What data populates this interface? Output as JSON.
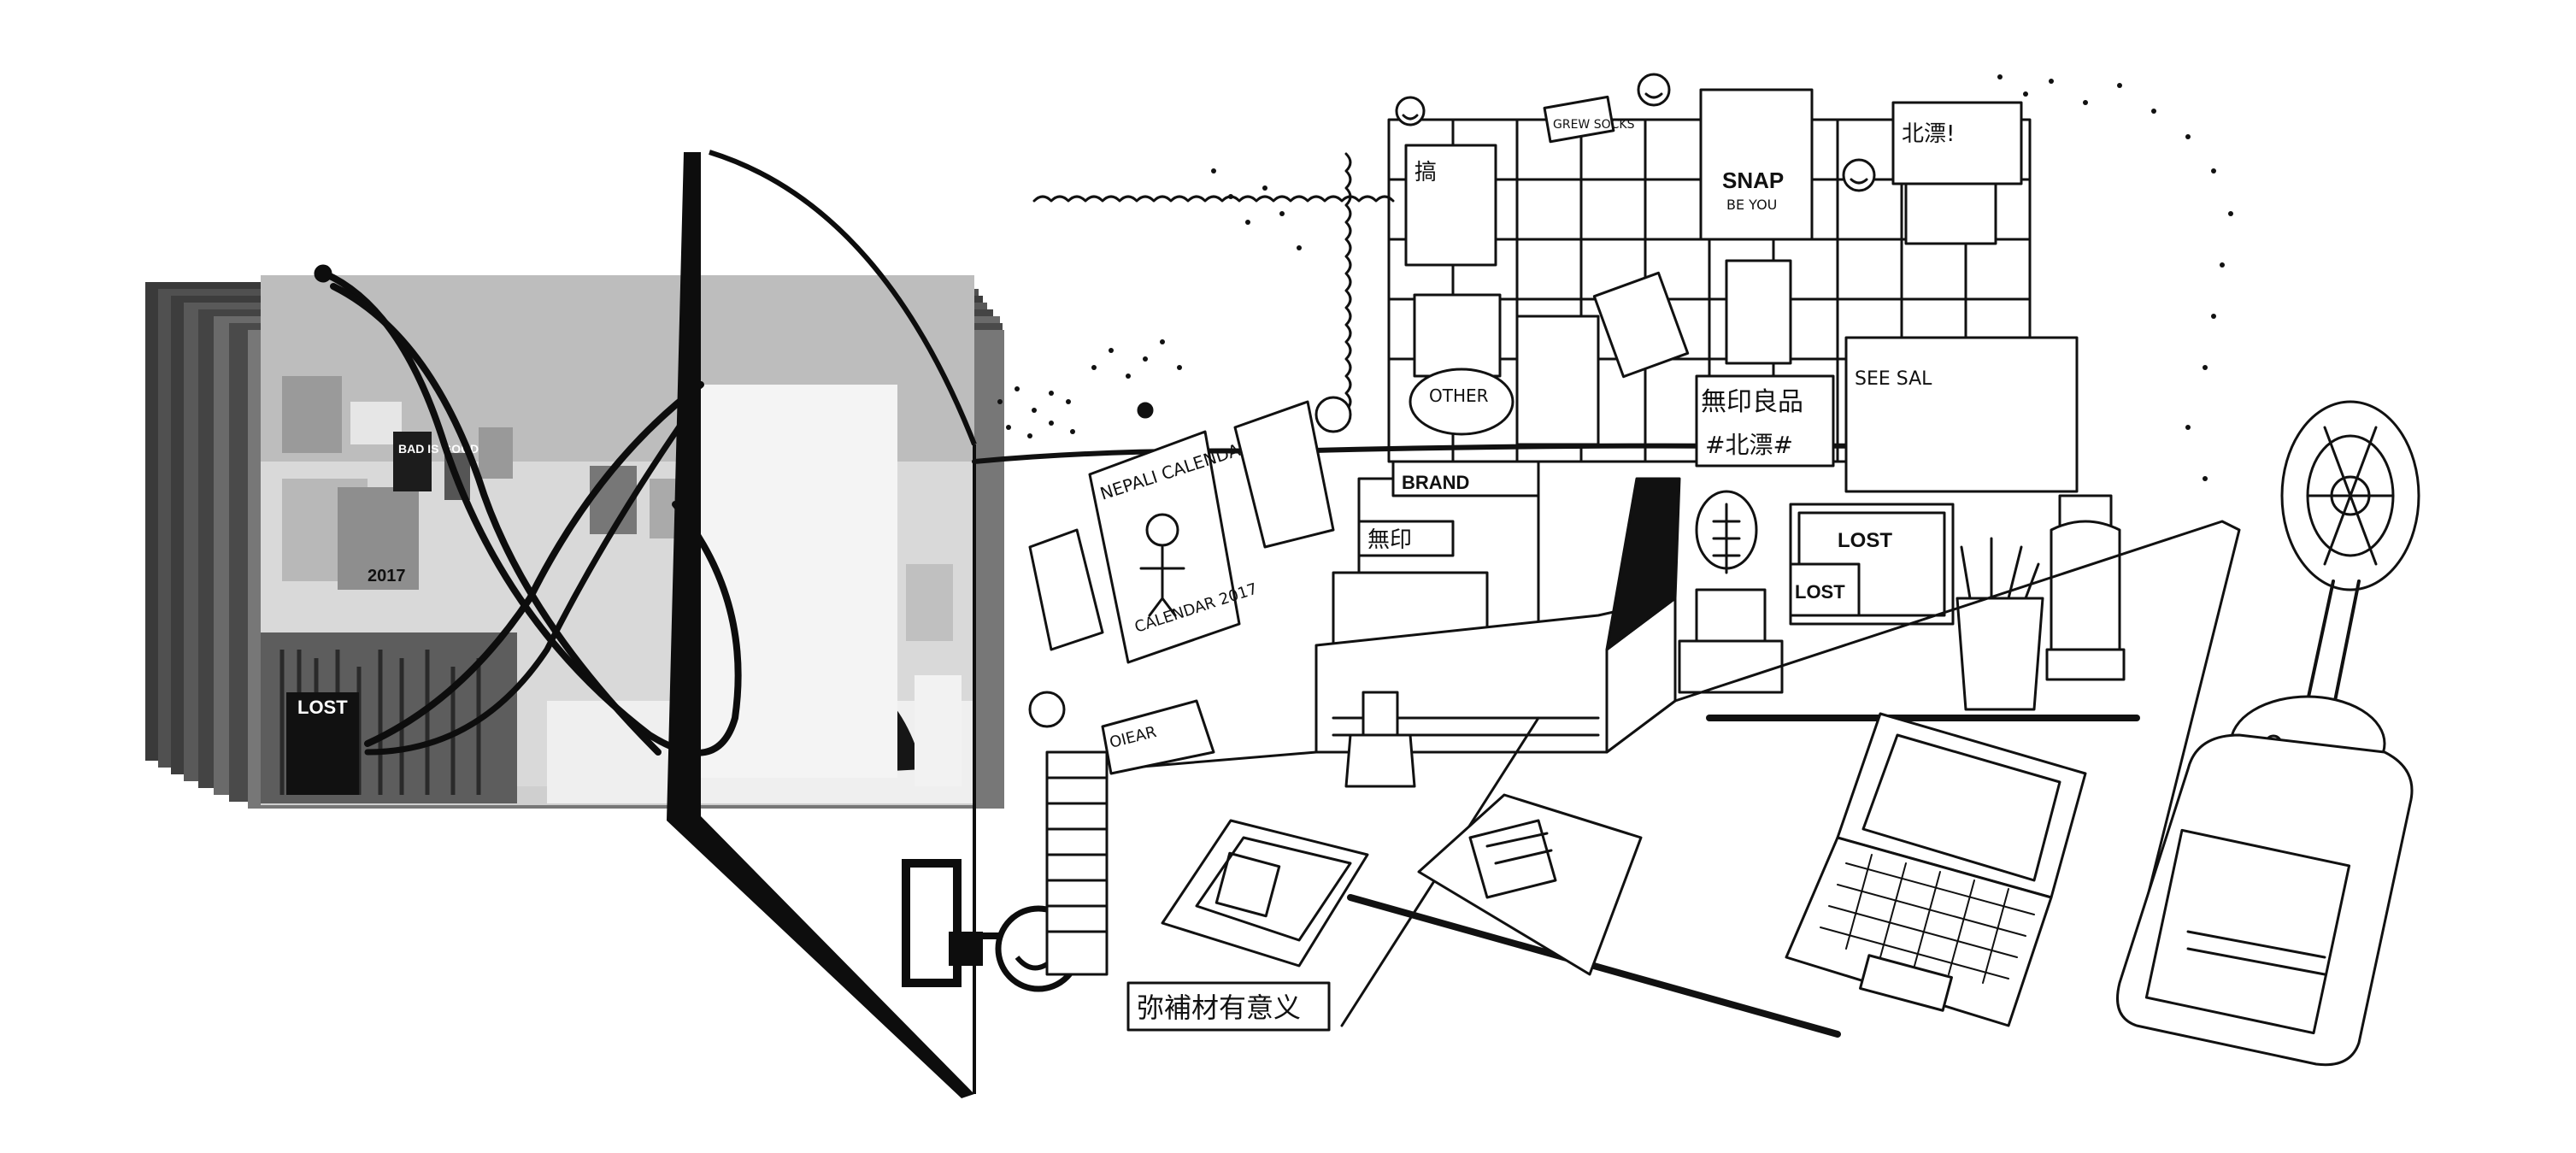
{
  "photo": {
    "poster_lost": "LOST",
    "poster_bad": "BAD IS GOOD",
    "poster_year": "2017"
  },
  "sketch": {
    "calendar_title": "NEPALI CALENDAR",
    "calendar_footer": "CALENDAR 2017",
    "brand_book": "BRAND",
    "muji_label": "無印",
    "muji_full": "無印良品",
    "hashtag_beijing": "#北漂#",
    "lost_1": "LOST",
    "lost_2": "LOST",
    "snap_card": "SNAP",
    "snap_sub": "BE YOU",
    "grew_tag": "GREW SOCKS",
    "beijing_drift": "北漂!",
    "other_tag": "OTHER",
    "see_tag": "SEE SAL",
    "bottom_label": "弥補材有意义",
    "cal_stamp": "OIEAR"
  },
  "colors": {
    "ink": "#111111",
    "paper": "#ffffff",
    "photo_dark": "#2a2a2a",
    "photo_mid": "#8d8d8d",
    "photo_light": "#d6d6d6"
  }
}
